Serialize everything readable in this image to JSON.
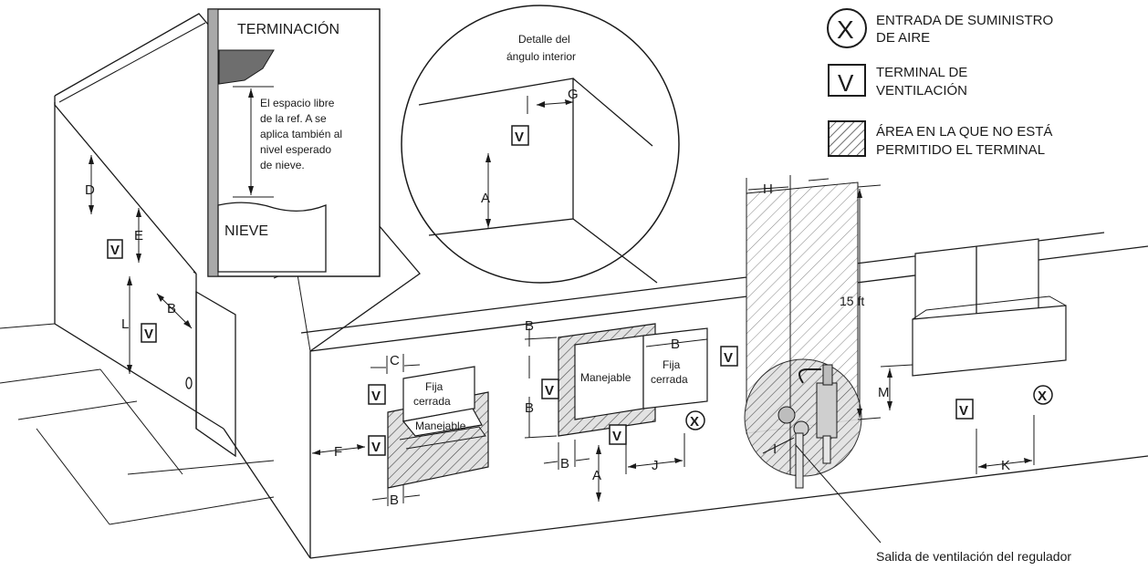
{
  "legend": {
    "supply_air": "ENTRADA DE SUMINISTRO DE AIRE",
    "supply_air_l1": "ENTRADA DE SUMINISTRO",
    "supply_air_l2": "DE AIRE",
    "vent": "TERMINAL DE VENTILACIÓN",
    "vent_l1": "TERMINAL DE",
    "vent_l2": "VENTILACIÓN",
    "no_area": "ÁREA EN LA QUE NO ESTÁ PERMITIDO EL TERMINAL",
    "no_area_l1": "ÁREA EN LA QUE NO ESTÁ",
    "no_area_l2": "PERMITIDO EL TERMINAL"
  },
  "symbols": {
    "supply": "X",
    "vent": "V"
  },
  "inset_termination": {
    "title": "TERMINACIÓN",
    "note_l1": "El espacio libre",
    "note_l2": "de la ref. A se",
    "note_l3": "aplica también al",
    "note_l4": "nivel esperado",
    "note_l5": "de nieve.",
    "snow": "NIEVE"
  },
  "inset_corner": {
    "title_l1": "Detalle del",
    "title_l2": "ángulo interior",
    "g": "G",
    "a": "A"
  },
  "dimensions": {
    "A": "A",
    "B": "B",
    "C": "C",
    "D": "D",
    "E": "E",
    "F": "F",
    "H": "H",
    "I": "I",
    "J": "J",
    "K": "K",
    "L": "L",
    "M": "M",
    "height": "15 ft"
  },
  "windows": {
    "fixed_l1": "Fija",
    "fixed_l2": "cerrada",
    "operable": "Manejable"
  },
  "regulator_label": "Salida de ventilación del regulador",
  "colors": {
    "line": "#1a1a1a",
    "hatch": "#555555",
    "wall_shade": "#d8d8d8"
  }
}
